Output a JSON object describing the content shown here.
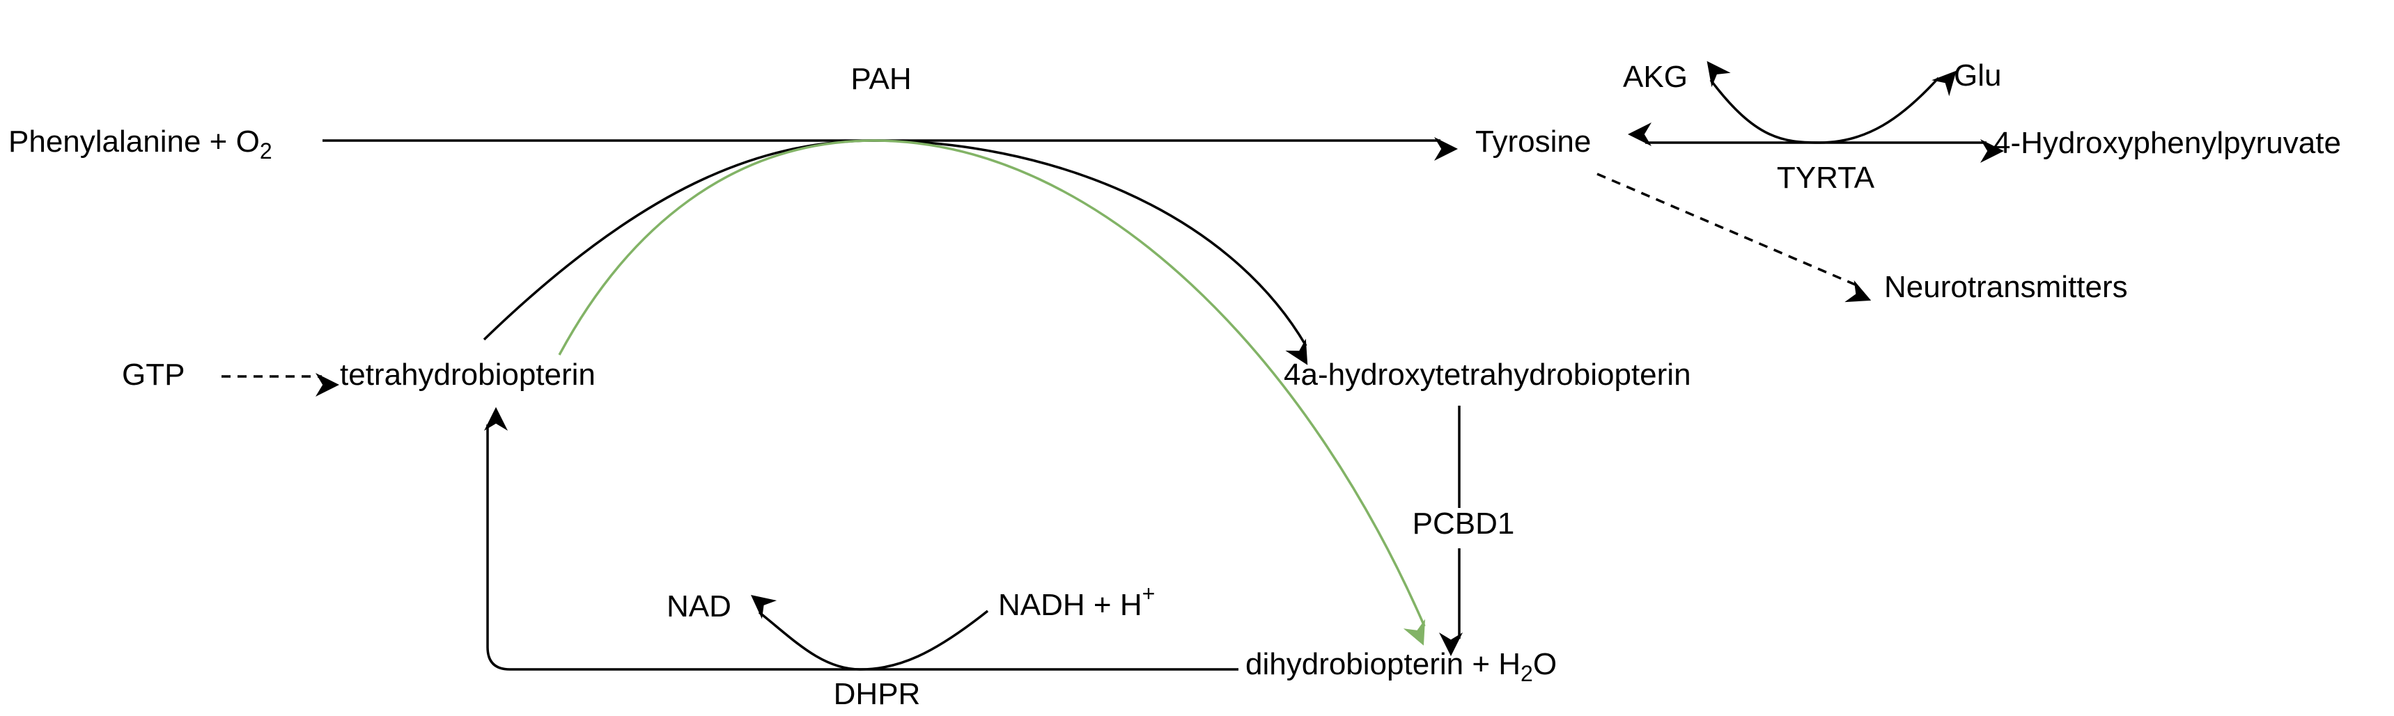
{
  "colors": {
    "line": "#000000",
    "tetrahydrobiopterin_path": "#82b366",
    "background": "#ffffff"
  },
  "nodes": {
    "phenylalanine": {
      "text": "Phenylalanine + O",
      "subscript": "2"
    },
    "tyrosine": "Tyrosine",
    "akg": "AKG",
    "glu": "Glu",
    "hydroxyphenylpyruvate": "4-Hydroxyphenylpyruvate",
    "neurotransmitters": "Neurotransmitters",
    "gtp": "GTP",
    "tetrahydrobiopterin": "tetrahydrobiopterin",
    "hydroxytetrahydrobiopterin": "4a-hydroxytetrahydrobiopterin",
    "nad": "NAD",
    "nadh": {
      "text": "NADH + H",
      "superscript": "+"
    },
    "dihydrobiopterin": {
      "text": "dihydrobiopterin + H",
      "subscript": "2",
      "suffix": "O"
    }
  },
  "enzymes": {
    "pah": "PAH",
    "tyrta": "TYRTA",
    "pcbd1": "PCBD1",
    "dhpr": "DHPR"
  }
}
